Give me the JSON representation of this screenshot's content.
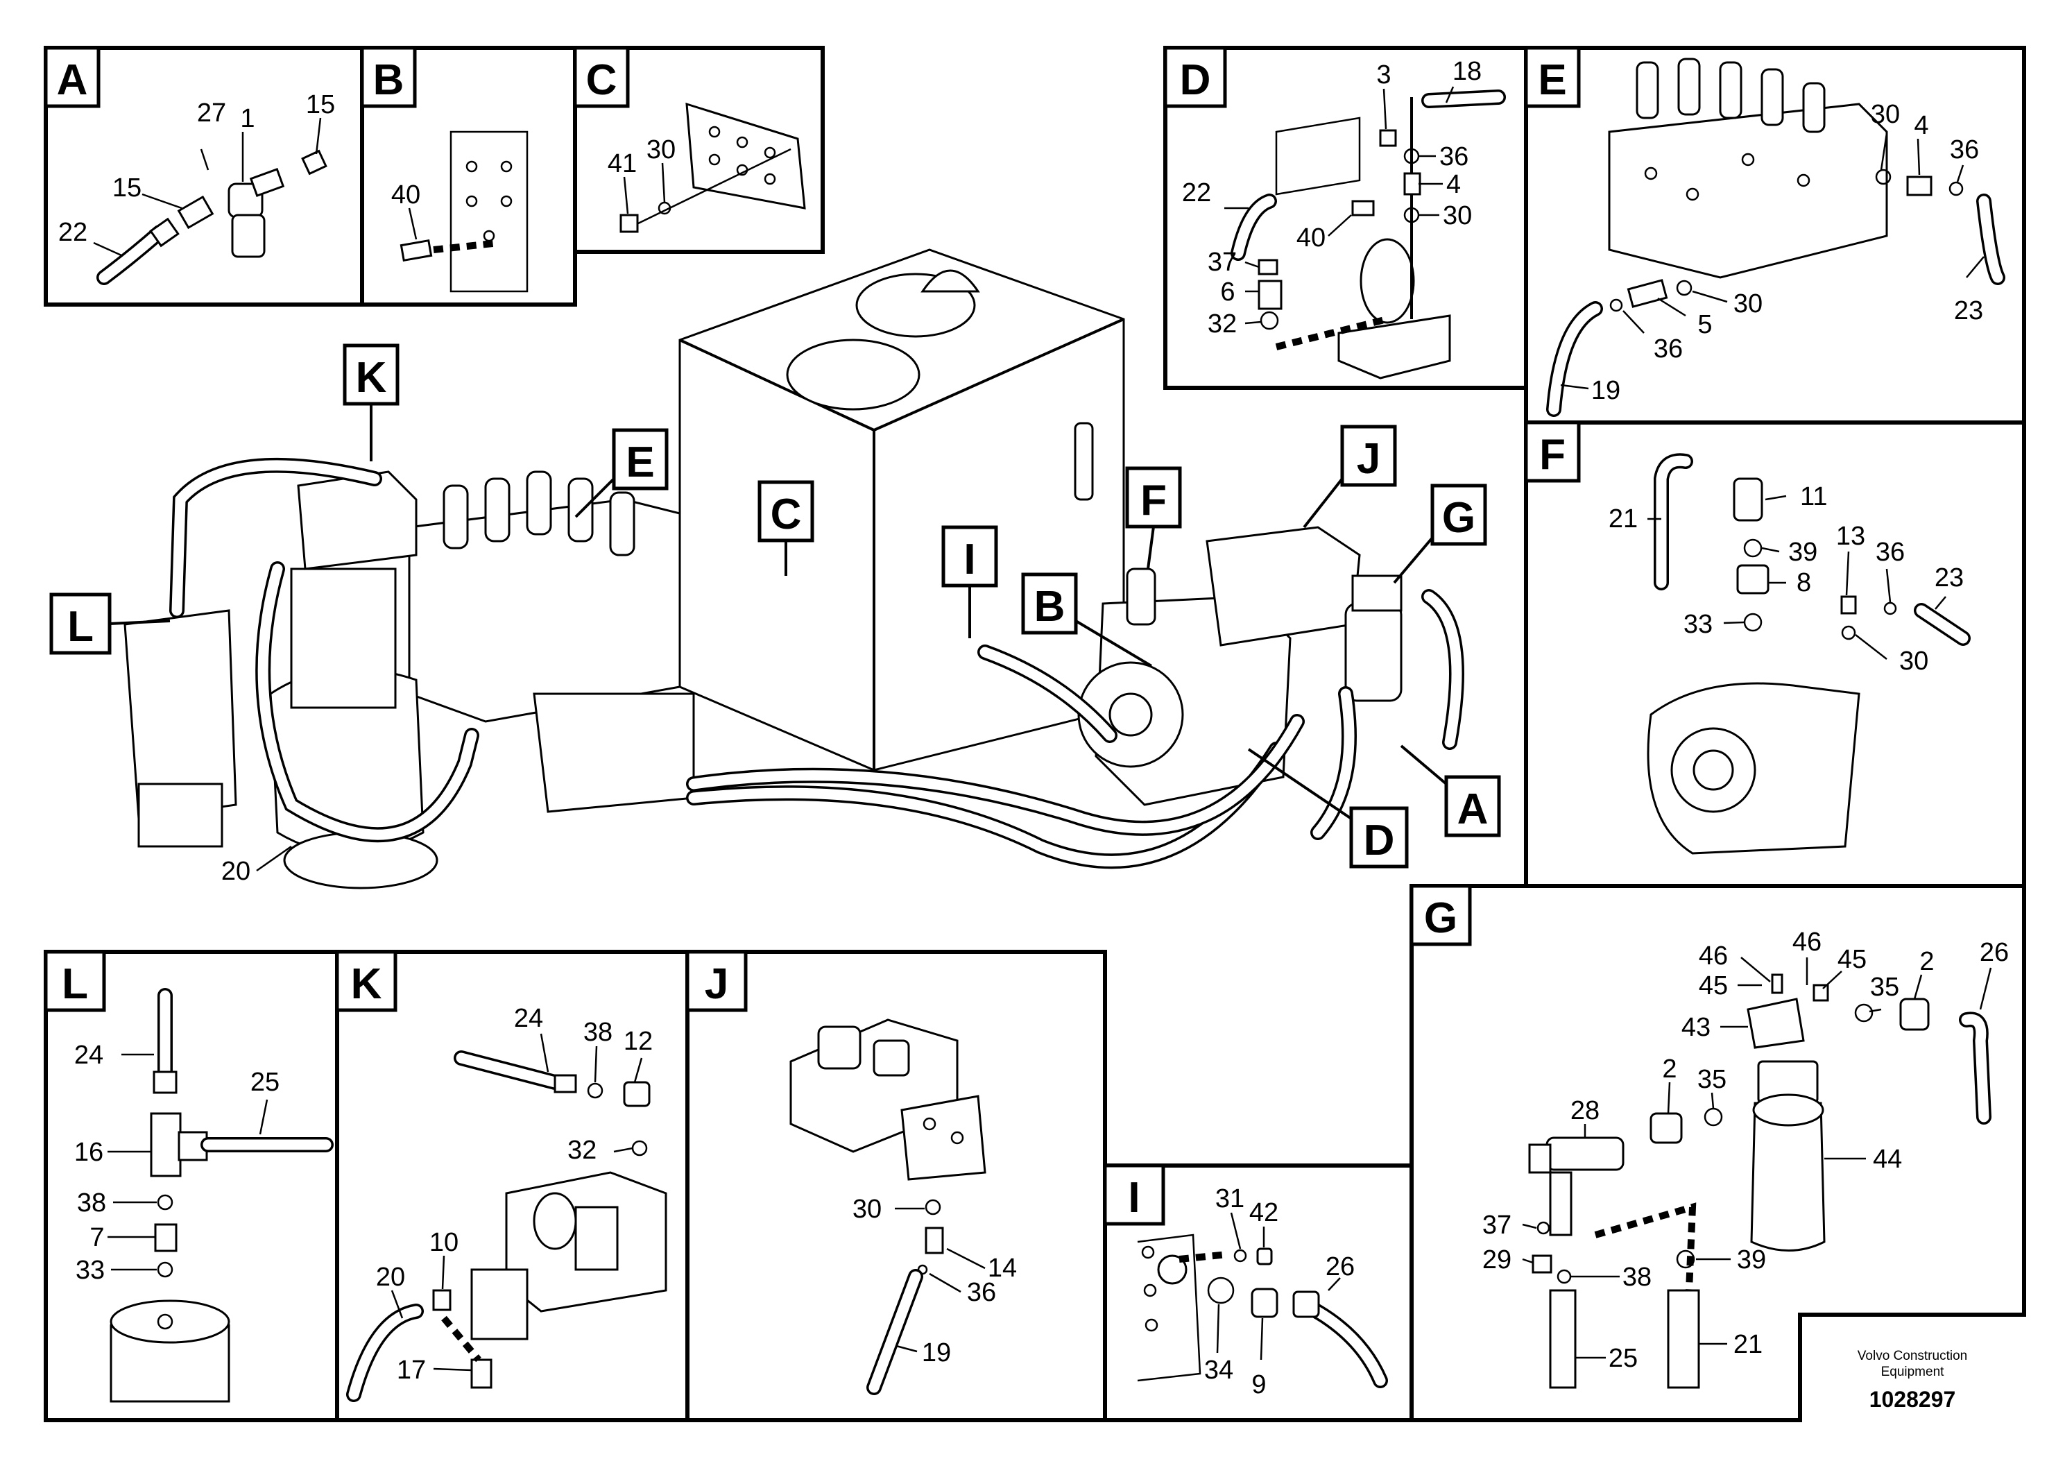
{
  "panels": {
    "A": {
      "letter": "A",
      "callouts": [
        "27",
        "1",
        "15",
        "15",
        "22"
      ]
    },
    "B": {
      "letter": "B",
      "callouts": [
        "40"
      ]
    },
    "C": {
      "letter": "C",
      "callouts": [
        "41",
        "30"
      ]
    },
    "D": {
      "letter": "D",
      "callouts": [
        "3",
        "18",
        "36",
        "4",
        "30",
        "22",
        "40",
        "37",
        "6",
        "32"
      ]
    },
    "E": {
      "letter": "E",
      "callouts": [
        "30",
        "4",
        "36",
        "30",
        "5",
        "36",
        "23",
        "19"
      ]
    },
    "F": {
      "letter": "F",
      "callouts": [
        "11",
        "21",
        "39",
        "13",
        "36",
        "23",
        "8",
        "33",
        "30"
      ]
    },
    "G": {
      "letter": "G",
      "callouts": [
        "46",
        "46",
        "45",
        "45",
        "26",
        "43",
        "35",
        "2",
        "2",
        "35",
        "28",
        "44",
        "37",
        "29",
        "38",
        "39",
        "25",
        "21"
      ]
    },
    "L": {
      "letter": "L",
      "callouts": [
        "24",
        "25",
        "16",
        "38",
        "7",
        "33"
      ]
    },
    "K": {
      "letter": "K",
      "callouts": [
        "24",
        "38",
        "12",
        "32",
        "10",
        "20",
        "17"
      ]
    },
    "J": {
      "letter": "J",
      "callouts": [
        "30",
        "14",
        "36",
        "19"
      ]
    },
    "I": {
      "letter": "I",
      "callouts": [
        "31",
        "42",
        "26",
        "34",
        "9"
      ]
    }
  },
  "main": {
    "view_labels": [
      "K",
      "E",
      "C",
      "L",
      "J",
      "F",
      "G",
      "I",
      "B",
      "D",
      "A"
    ],
    "callouts": [
      "20"
    ]
  },
  "footer": {
    "company_line1": "Volvo Construction",
    "company_line2": "Equipment",
    "drawing_number": "1028297"
  }
}
